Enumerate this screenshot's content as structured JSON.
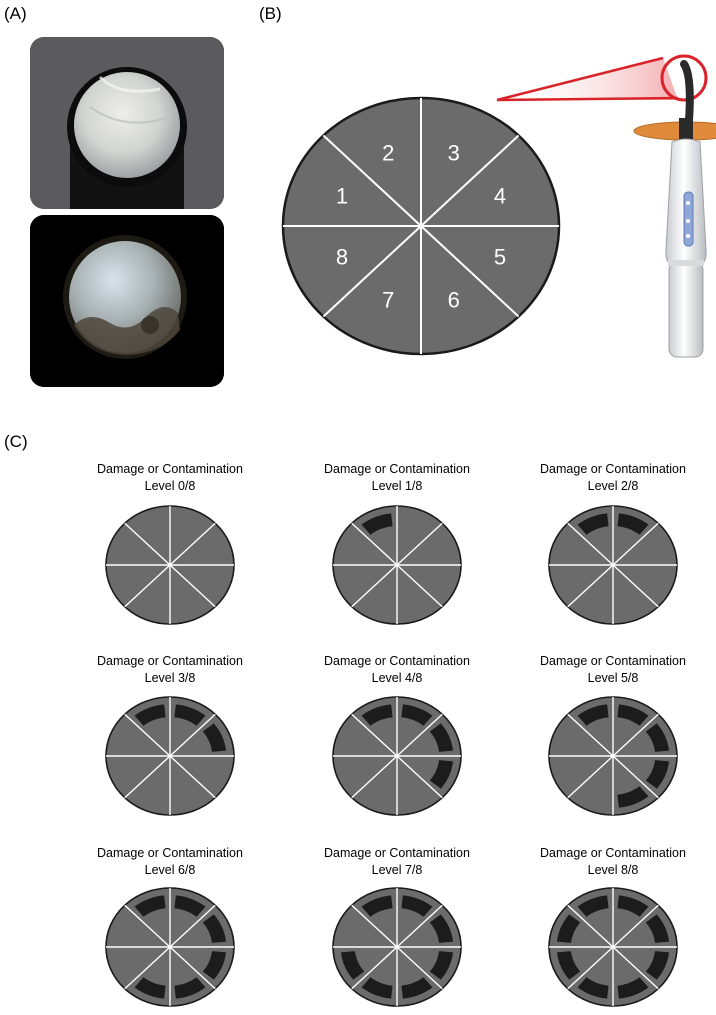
{
  "panels": {
    "a": "(A)",
    "b": "(B)",
    "c": "(C)"
  },
  "sector_numbers": [
    "1",
    "2",
    "3",
    "4",
    "5",
    "6",
    "7",
    "8"
  ],
  "levels": [
    {
      "title": "Damage or Contamination",
      "level": "Level 0/8",
      "value": 0
    },
    {
      "title": "Damage or Contamination",
      "level": "Level 1/8",
      "value": 1
    },
    {
      "title": "Damage or Contamination",
      "level": "Level 2/8",
      "value": 2
    },
    {
      "title": "Damage or Contamination",
      "level": "Level 3/8",
      "value": 3
    },
    {
      "title": "Damage or Contamination",
      "level": "Level 4/8",
      "value": 4
    },
    {
      "title": "Damage or Contamination",
      "level": "Level 5/8",
      "value": 5
    },
    {
      "title": "Damage or Contamination",
      "level": "Level 6/8",
      "value": 6
    },
    {
      "title": "Damage or Contamination",
      "level": "Level 7/8",
      "value": 7
    },
    {
      "title": "Damage or Contamination",
      "level": "Level 8/8",
      "value": 8
    }
  ],
  "colors": {
    "disc_fill": "#6b6b6b",
    "disc_stroke": "#1a1a1a",
    "divider": "#ffffff",
    "damage_mark": "#1c1c1c",
    "laser": "#d9232a",
    "curing_disc": "#e08a3c"
  }
}
